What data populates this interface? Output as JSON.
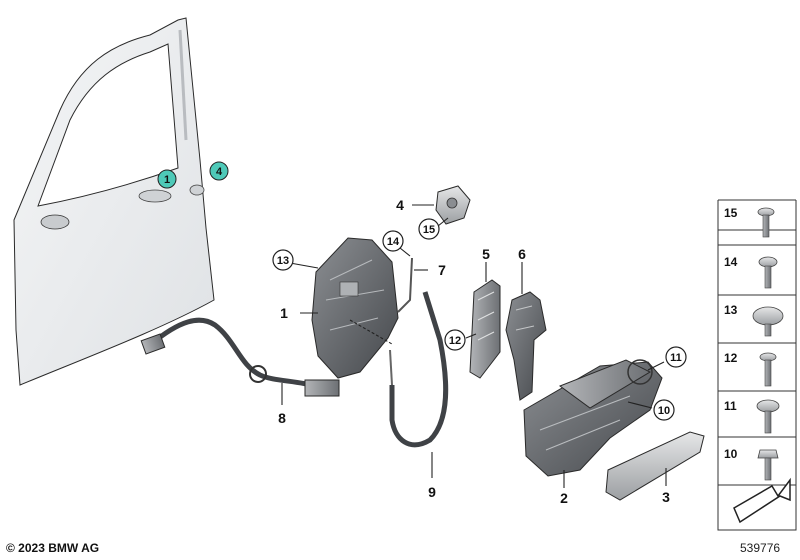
{
  "labels": {
    "p1": "1",
    "p2": "2",
    "p3": "3",
    "p4": "4",
    "p5": "5",
    "p6": "6",
    "p7": "7",
    "p8": "8",
    "p9": "9",
    "c10": "10",
    "c11": "11",
    "c12": "12",
    "c13": "13",
    "c14": "14",
    "c15": "15",
    "door1": "1",
    "door4": "4"
  },
  "table": {
    "rows": [
      "15",
      "14",
      "13",
      "12",
      "11",
      "10"
    ]
  },
  "footer": {
    "copyright": "© 2023 BMW AG",
    "ref": "539776"
  },
  "colors": {
    "accent": "#4ec9b8",
    "line": "#222222",
    "door": "#eef0f2",
    "part_dark": "#5c5f63",
    "part_mid": "#8a8d91",
    "part_light": "#c9cbcd"
  }
}
